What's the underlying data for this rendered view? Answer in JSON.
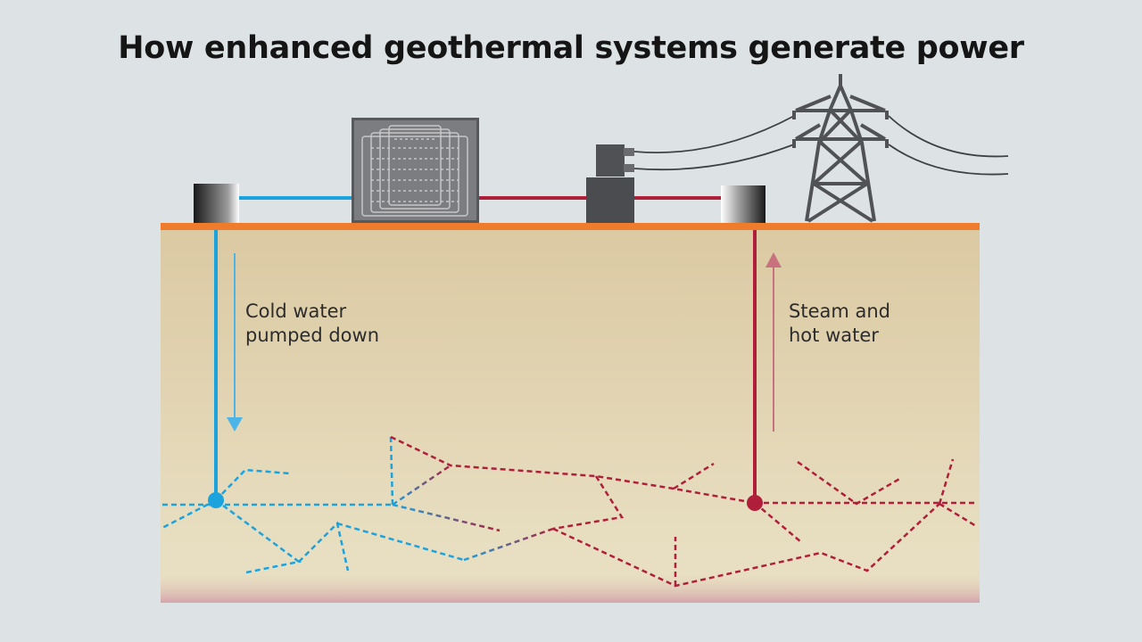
{
  "diagram": {
    "title": "How enhanced geothermal systems generate power",
    "labels": {
      "cold": {
        "line1": "Cold water",
        "line2": "pumped down"
      },
      "hot": {
        "line1": "Steam and",
        "line2": "hot water"
      }
    },
    "colors": {
      "background": "#dde3e4",
      "ground_top": "#dbc9a2",
      "ground_bottom": "#e8dfc2",
      "bedrock": "#d5a4ac",
      "surface_line": "#ef7b2c",
      "cold_water": "#1ba3de",
      "hot_water": "#b01f3a",
      "machinery": "#555659"
    }
  }
}
